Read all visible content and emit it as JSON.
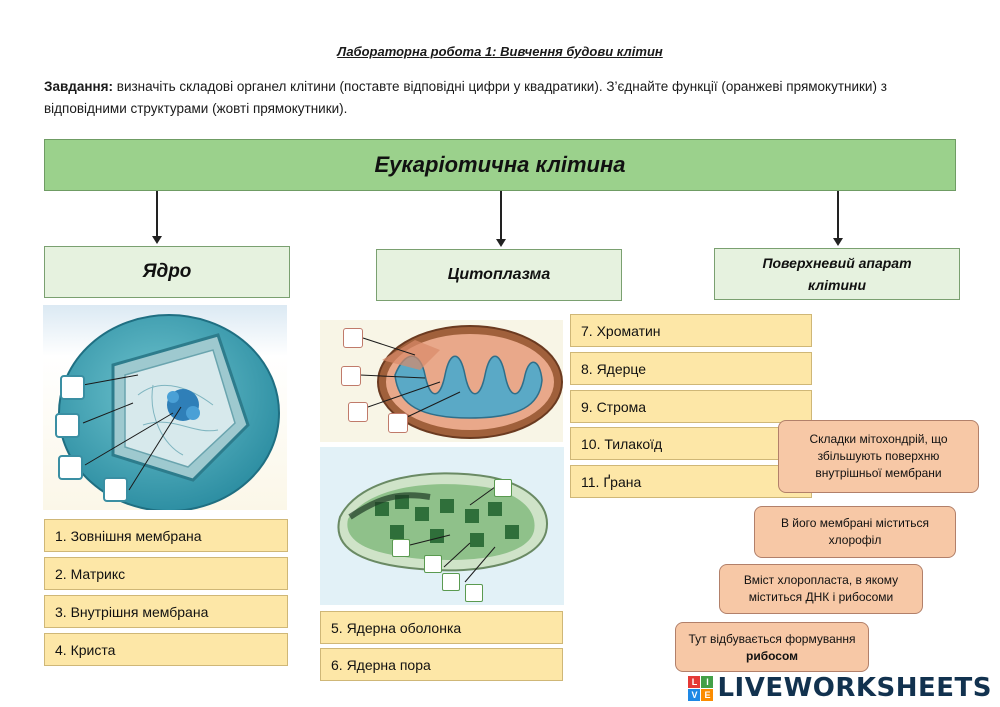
{
  "header": {
    "title": "Лабораторна робота 1:  Вивчення будови клітин",
    "task_prefix": "Завдання:",
    "task_text": " визначіть складові органел клітини (поставте відповідні цифри у квадратики). З’єднайте функції (оранжеві прямокутники) з відповідними структурами (жовті прямокутники)."
  },
  "diagram": {
    "root": "Еукаріотична клітина",
    "branches": {
      "nucleus": "Ядро",
      "cytoplasm": "Цитоплазма",
      "surface_line1": "Поверхневий апарат",
      "surface_line2": "клітини"
    }
  },
  "labels_left": [
    "1. Зовнішня мембрана",
    "2. Матрикс",
    "3. Внутрішня мембрана",
    "4. Криста"
  ],
  "labels_middle": [
    "5. Ядерна оболонка",
    "6. Ядерна пора"
  ],
  "labels_right": [
    "7. Хроматин",
    "8. Ядерце",
    "9. Строма",
    "10. Тилакоїд",
    "11. Ґрана"
  ],
  "functions": {
    "f1": "Складки мітохондрій, що збільшують поверхню внутрішньої мембрани",
    "f2": "В його мембрані міститься хлорофіл",
    "f3": "Вміст хлоропласта, в якому міститься ДНК і рибосоми",
    "f4_prefix": "Тут відбувається формування ",
    "f4_bold": "рибосом"
  },
  "brand": {
    "text": "LIVEWORKSHEETS",
    "logo_letters": [
      "L",
      "I",
      "V",
      "E"
    ]
  },
  "colors": {
    "green_banner": "#9bd18c",
    "branch_box": "#e6f2df",
    "yellow_label": "#fde7a7",
    "orange_function": "#f7c8a6",
    "answer_box_border": "#3a8fa3"
  }
}
